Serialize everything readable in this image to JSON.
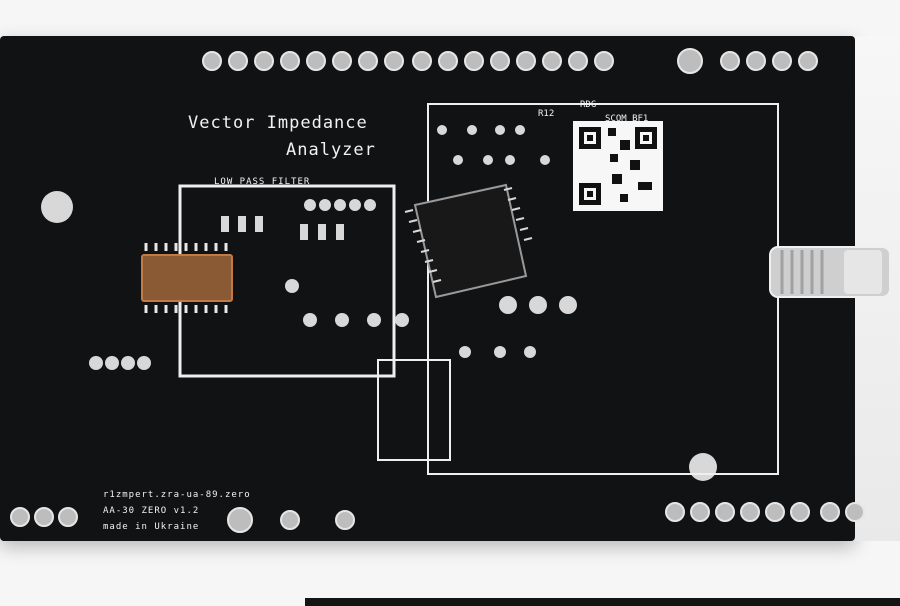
{
  "board": {
    "title_line1": "Vector Impedance",
    "title_line2": "Analyzer",
    "filter_label": "LOW PASS FILTER",
    "chip_label": "SCOM_BF1",
    "rdg_label": "RDG",
    "r12_label": "R12",
    "footer_line1": "r1zmpert.zra-ua-89.zero",
    "footer_line2": "AA-30 ZERO v1.2",
    "footer_line3": "made in Ukraine"
  },
  "colors": {
    "pcb": "#111214",
    "silkscreen": "#f2f2f2",
    "pads": "#cfcfcf",
    "ic": "#8a5a34",
    "connector": "#c8c8c8"
  }
}
